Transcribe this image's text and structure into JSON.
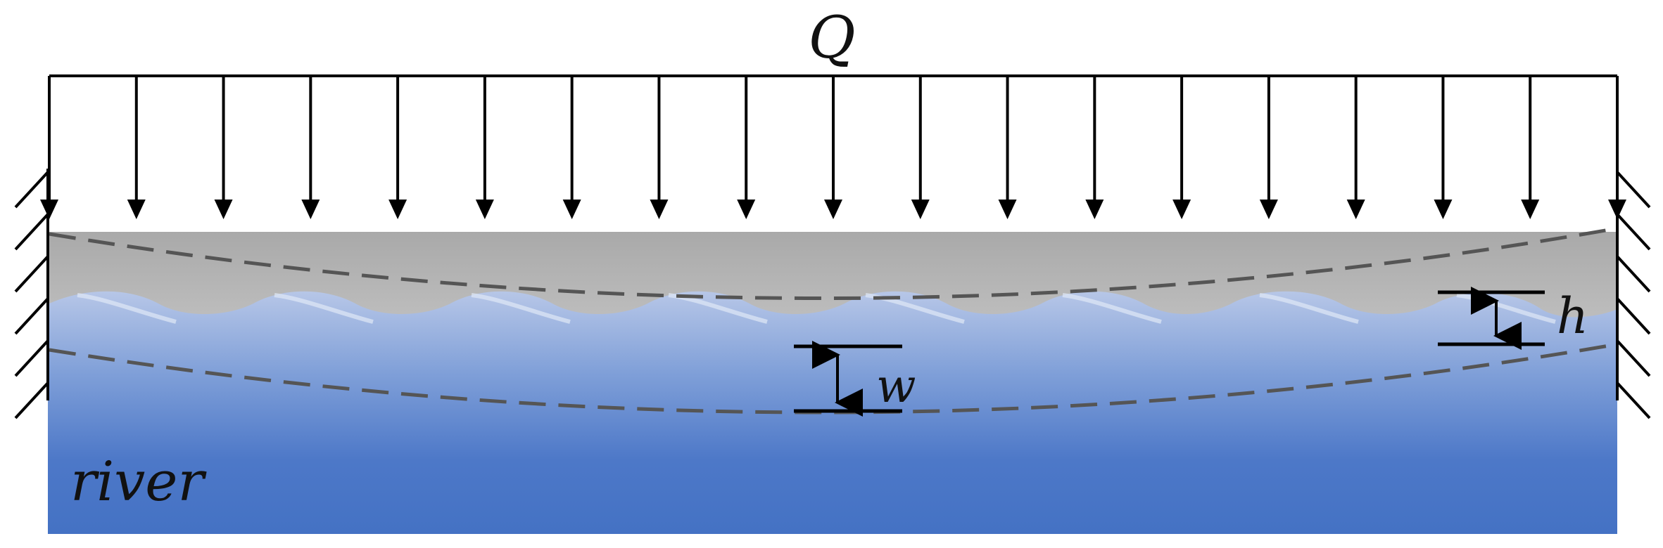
{
  "labels": {
    "load": "Q",
    "deflection": "w",
    "thickness": "h",
    "water_body": "river"
  },
  "colors": {
    "ice": "#b3b3b3",
    "water_top": "#9fb4dc",
    "water_bottom": "#4472c4",
    "ink": "#000000",
    "dashed": "#555555"
  },
  "load_arrows": {
    "count": 19
  }
}
